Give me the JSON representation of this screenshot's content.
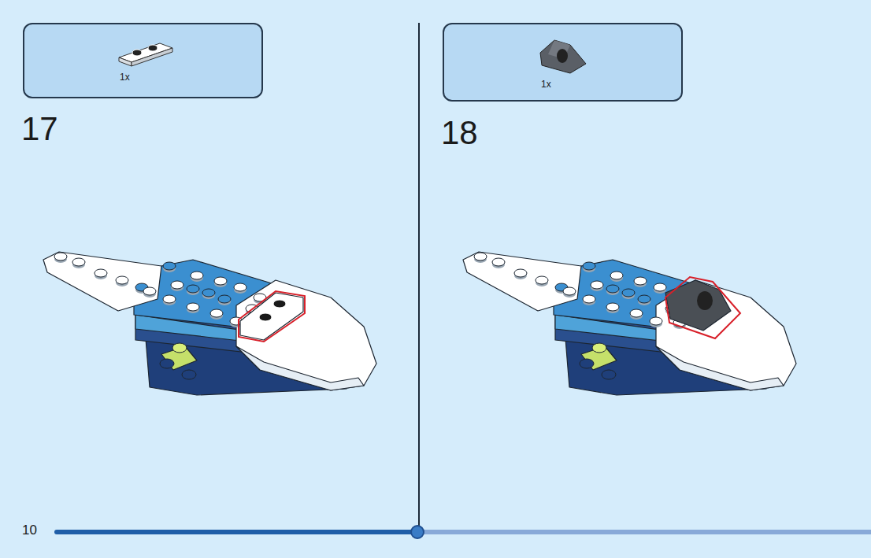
{
  "diagram": {
    "nodes": [
      {
        "text": [
          "1x"
        ]
      },
      {
        "text": [
          "1x"
        ]
      }
    ],
    "labels": [
      "17",
      "18",
      "10"
    ]
  }
}
